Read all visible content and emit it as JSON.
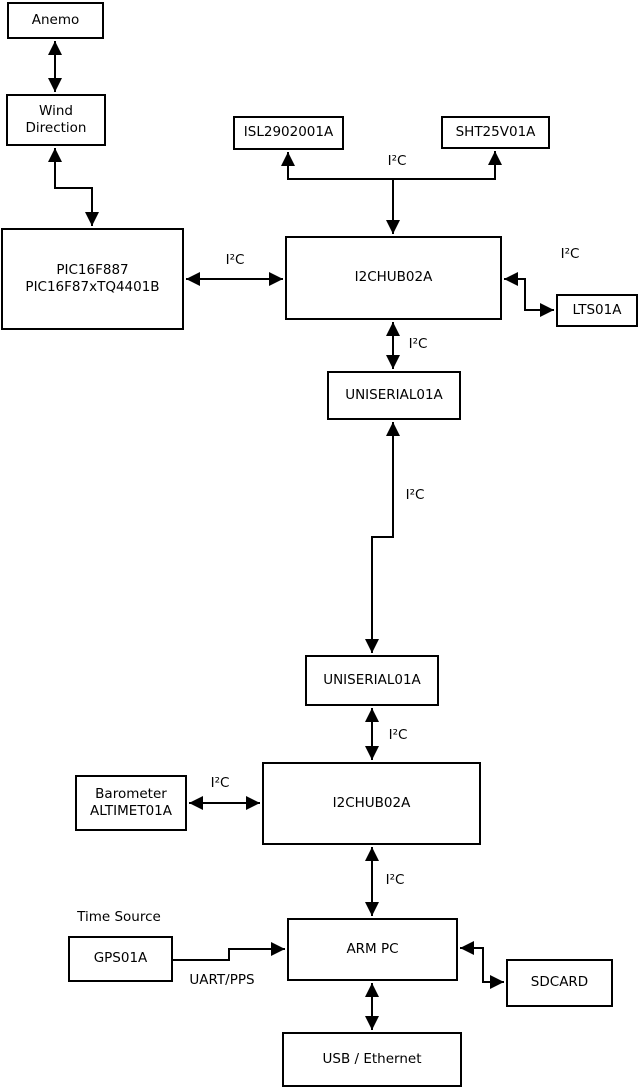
{
  "diagram_type": "hardware-block-diagram",
  "nodes": {
    "anemo": {
      "label": "Anemo"
    },
    "wind_direction": {
      "line1": "Wind",
      "line2": "Direction"
    },
    "pic_controller": {
      "line1": "PIC16F887",
      "line2": "PIC16F87xTQ4401B"
    },
    "isl_sensor": {
      "label": "ISL2902001A"
    },
    "sht_sensor": {
      "label": "SHT25V01A"
    },
    "i2c_hub_top": {
      "label": "I2CHUB02A"
    },
    "lts_sensor": {
      "label": "LTS01A"
    },
    "uniserial_top": {
      "label": "UNISERIAL01A"
    },
    "uniserial_bottom": {
      "label": "UNISERIAL01A"
    },
    "barometer": {
      "line1": "Barometer",
      "line2": "ALTIMET01A"
    },
    "i2c_hub_bottom": {
      "label": "I2CHUB02A"
    },
    "gps": {
      "label": "GPS01A"
    },
    "arm_pc": {
      "label": "ARM PC"
    },
    "sdcard": {
      "label": "SDCARD"
    },
    "usb_ethernet": {
      "label": "USB / Ethernet"
    }
  },
  "edge_labels": {
    "i2c": "I²C",
    "uart_pps": "UART/PPS",
    "time_source": "Time Source"
  },
  "colors": {
    "line": "#000000",
    "box_fill": "#ffffff",
    "background": "#ffffff",
    "text": "#000000"
  }
}
